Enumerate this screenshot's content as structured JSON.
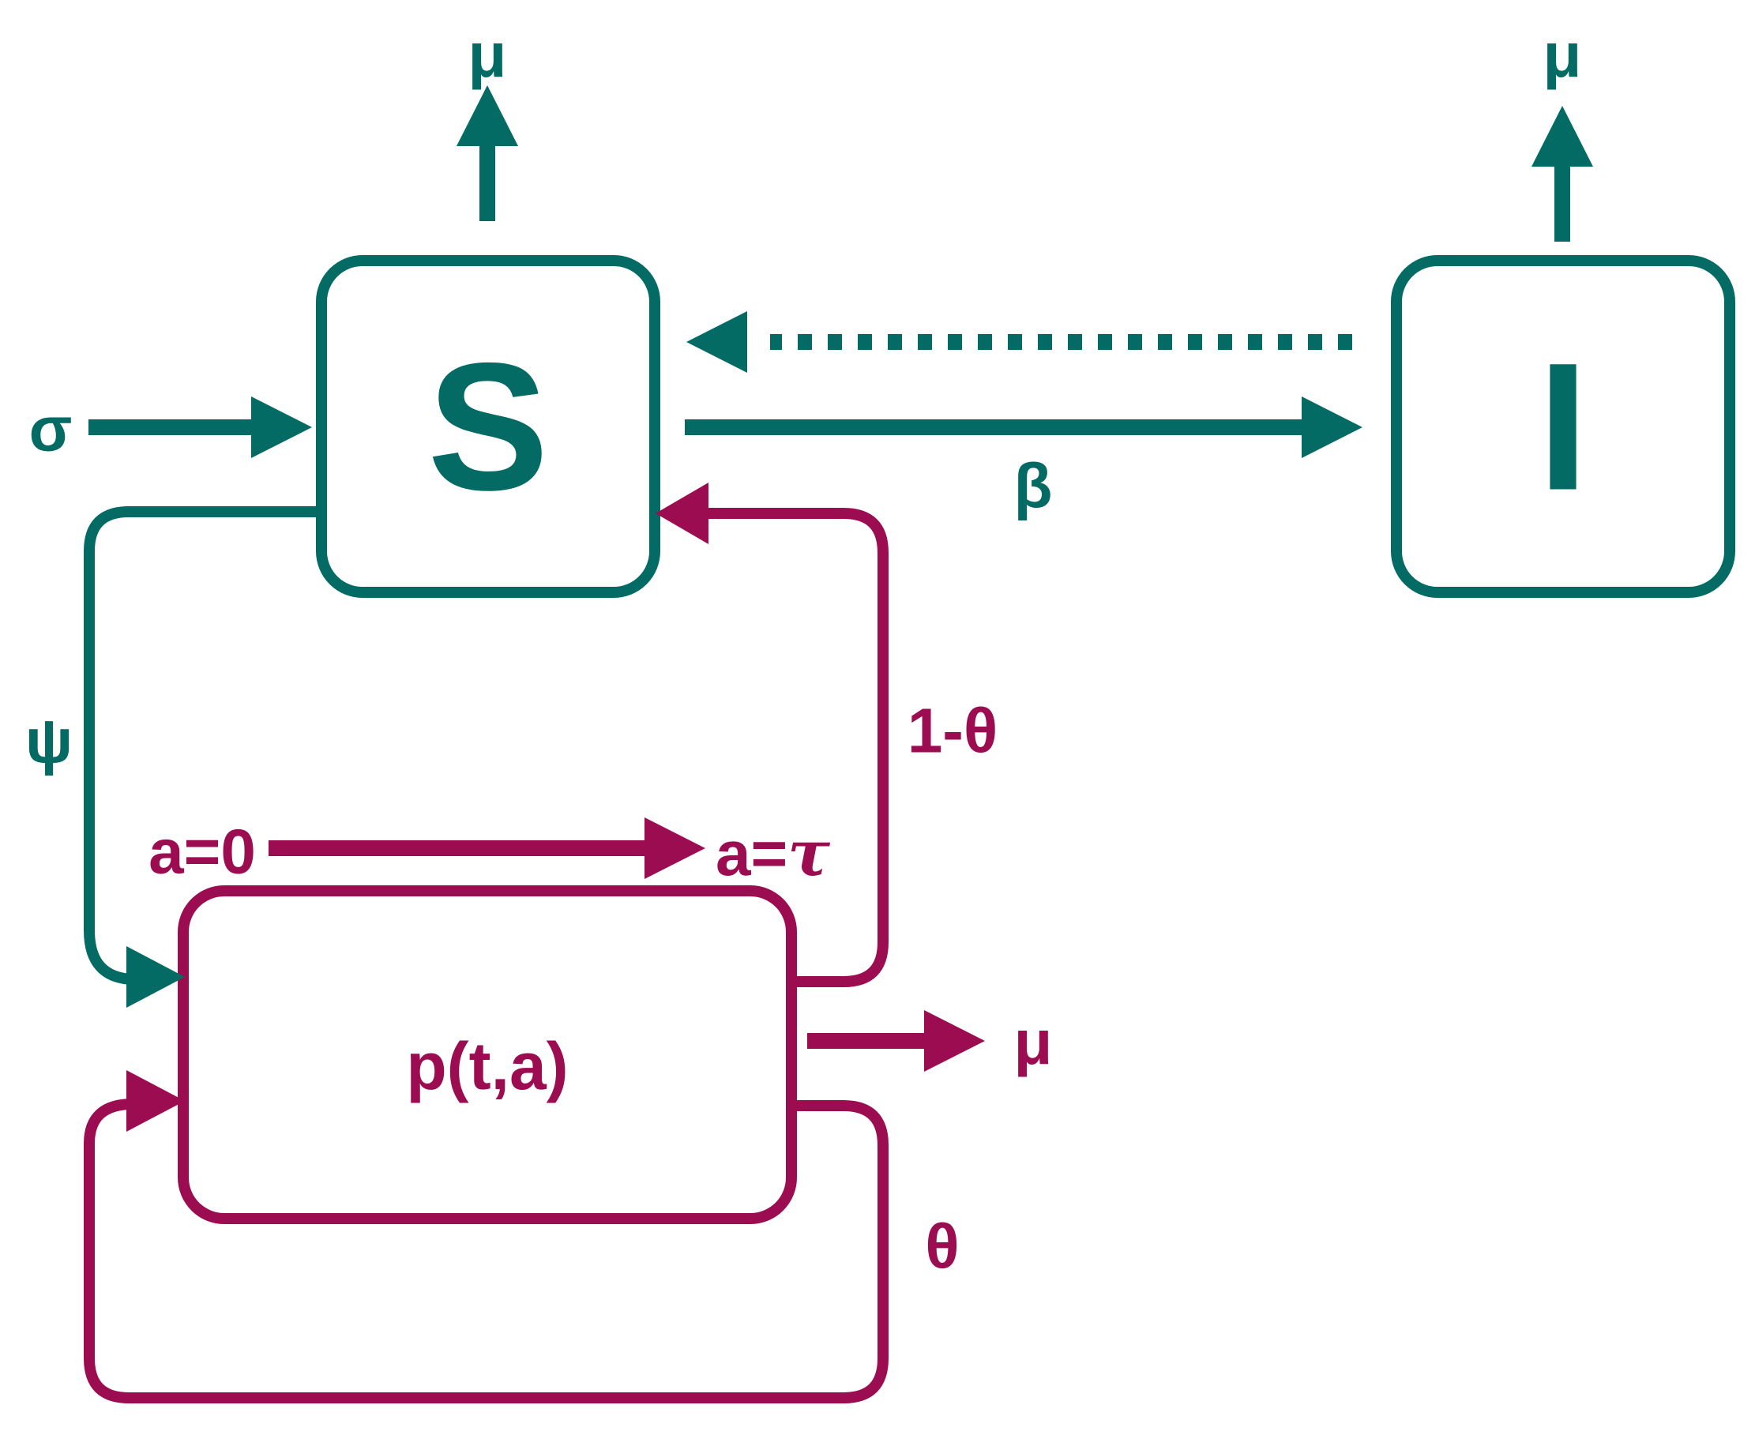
{
  "colors": {
    "host": "#036b63",
    "structured": "#9b0d50",
    "background": "#ffffff"
  },
  "nodes": {
    "S": {
      "label": "S"
    },
    "I": {
      "label": "I"
    },
    "P": {
      "label": "p(t,a)"
    }
  },
  "labels": {
    "mu_S": "μ",
    "mu_I": "μ",
    "mu_P": "μ",
    "sigma": "σ",
    "beta": "β",
    "psi": "ψ",
    "one_minus_theta": "1-θ",
    "theta": "θ",
    "age_start": "a=0",
    "age_end_prefix": "a=",
    "age_end_symbol": "τ"
  }
}
